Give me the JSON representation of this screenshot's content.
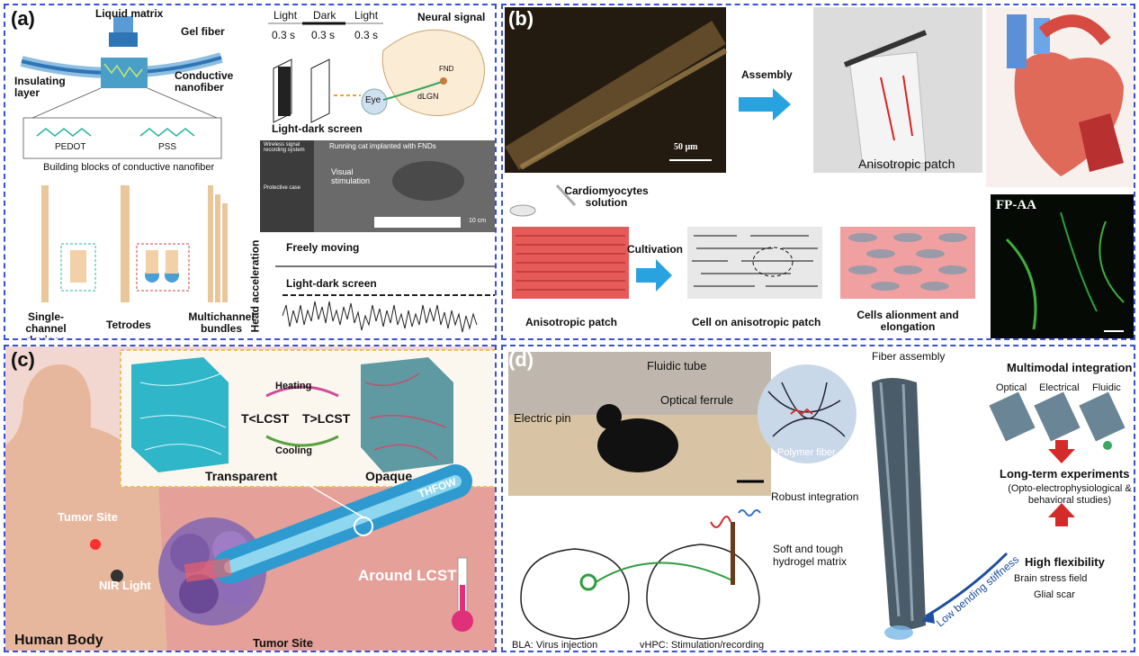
{
  "panels": {
    "a": {
      "label": "(a)",
      "liquid_matrix": "Liquid matrix",
      "gel_fiber": "Gel fiber",
      "insulating_layer": "Insulating layer",
      "conductive_nanofiber": "Conductive nanofiber",
      "pedot": "PEDOT",
      "pss": "PSS",
      "building_blocks": "Building blocks of conductive nanofiber",
      "single_channel": "Single-channel devices",
      "tetrodes": "Tetrodes",
      "multichannel": "Multichannel bundles",
      "timeline": {
        "light1": "Light",
        "dark": "Dark",
        "light2": "Light",
        "t1": "0.3 s",
        "t2": "0.3 s",
        "t3": "0.3 s"
      },
      "neural_signal": "Neural signal",
      "fnd": "FND",
      "dlgn": "dLGN",
      "eye": "Eye",
      "light_dark_screen": "Light-dark screen",
      "photo_wireless": "Wireless signal recording system",
      "photo_running_cat": "Running cat implanted with FNDs",
      "photo_protective": "Protective case",
      "photo_visual": "Visual stimulation",
      "photo_scale": "10 cm",
      "freely_moving": "Freely moving",
      "light_dark_screen2": "Light-dark screen",
      "head_acceleration": "Head acceleration"
    },
    "b": {
      "label": "(b)",
      "scale": "50 μm",
      "assembly": "Assembly",
      "anisotropic_patch_photo": "Anisotropic patch",
      "cardiomyocytes": "Cardiomyocytes solution",
      "cultivation": "Cultivation",
      "anisotropic_patch": "Anisotropic patch",
      "cell_on_patch": "Cell on anisotropic patch",
      "cells_alignment": "Cells alionment and elongation",
      "fp_aa": "FP-AA"
    },
    "c": {
      "label": "(c)",
      "heating": "Heating",
      "cooling": "Cooling",
      "t_less": "T<LCST",
      "t_greater": "T>LCST",
      "transparent": "Transparent",
      "opaque": "Opaque",
      "tumor_site": "Tumor Site",
      "nir_light": "NIR Light",
      "thfow": "THFOW",
      "around_lcst": "Around LCST",
      "human_body": "Human Body",
      "tumor_site2": "Tumor Site"
    },
    "d": {
      "label": "(d)",
      "fluidic_tube": "Fluidic tube",
      "electric_pin": "Electric pin",
      "optical_ferrule": "Optical ferrule",
      "polymer_fiber": "Polymer fiber",
      "robust_integration": "Robust integration",
      "fiber_assembly": "Fiber assembly",
      "soft_tough": "Soft and tough hydrogel matrix",
      "low_bending": "Low bending stiffness",
      "multimodal": "Multimodal integration",
      "optical": "Optical",
      "electrical": "Electrical",
      "fluidic": "Fluidic",
      "long_term": "Long-term experiments",
      "studies": "(Opto-electrophysiological & behavioral studies)",
      "high_flex": "High flexibility",
      "brain_stress": "Brain stress field",
      "glial_scar": "Glial scar",
      "bla": "BLA: Virus injection",
      "vhpc": "vHPC: Stimulation/recording"
    }
  }
}
